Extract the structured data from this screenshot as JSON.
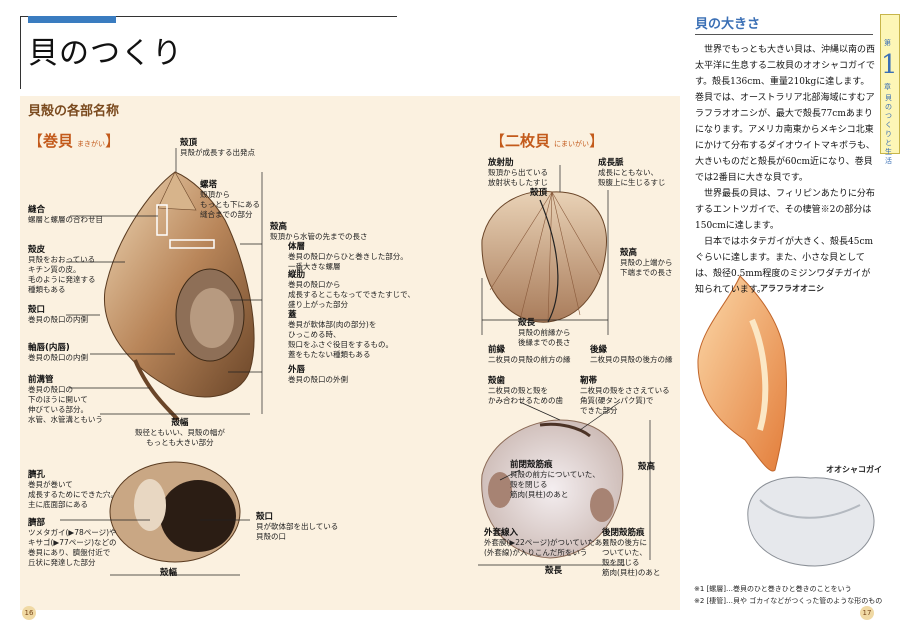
{
  "header": {
    "title": "貝のつくり",
    "section": "貝殻の各部名称"
  },
  "left": {
    "makigai": {
      "heading": "巻貝",
      "ruby": "まきがい",
      "labels": [
        {
          "name": "殻頂",
          "desc": "貝殻が成長する出発点"
        },
        {
          "name": "螺塔",
          "desc": "殻頂から\nもっとも下にある\n縫合までの部分"
        },
        {
          "name": "縫合",
          "desc": "螺層と螺層の合わせ目"
        },
        {
          "name": "殻高",
          "desc": "殻頂から水管の先までの長さ"
        },
        {
          "name": "殻皮",
          "desc": "貝殻をおおっている\nキチン質の皮。\n毛のように発達する\n種類もある"
        },
        {
          "name": "体層",
          "desc": "巻貝の殻口からひと巻きした部分。\n一番大きな螺層"
        },
        {
          "name": "縦肋",
          "desc": "巻貝の殻口から\n成長するとこもなってできたすじで、\n盛り上がった部分"
        },
        {
          "name": "殻口",
          "desc": "巻貝の殻口の内側"
        },
        {
          "name": "軸唇(内唇)",
          "desc": "巻貝の殻口の内側"
        },
        {
          "name": "蓋",
          "desc": "巻貝が軟体部(肉の部分)を\nひっこめる時、\n殻口をふさぐ役目をするもの。\n蓋をもたない種類もある"
        },
        {
          "name": "前溝管",
          "desc": "巻貝の殻口の\n下のほうに開いて\n伸びている部分。\n水管、水管溝ともいう"
        },
        {
          "name": "外唇",
          "desc": "巻貝の殻口の外側"
        },
        {
          "name": "殻幅",
          "desc": "殻径ともいい、貝殻の幅が\nもっとも大きい部分"
        }
      ],
      "lower_labels": [
        {
          "name": "臍孔",
          "desc": "巻貝が巻いて\n成長するためにできた穴。\n主に底面部にある"
        },
        {
          "name": "臍部",
          "desc": "ツメタガイ(▶78ページ)や\nキサゴ(▶77ページ)などの\n巻貝にあり、臍盤付近で\n丘状に発達した部分"
        },
        {
          "name": "殻口",
          "desc": "貝が軟体部を出している\n貝殻の口"
        },
        {
          "name": "殻幅",
          "desc": ""
        }
      ]
    },
    "nimaigai": {
      "heading": "二枚貝",
      "ruby": "にまいがい",
      "labels": [
        {
          "name": "放射肋",
          "desc": "殻頂から出ている\n放射状もしたすじ"
        },
        {
          "name": "成長脈",
          "desc": "成長にともない、\n殻腹上に生じるすじ"
        },
        {
          "name": "殻頂",
          "desc": ""
        },
        {
          "name": "殻高",
          "desc": "貝殻の上端から\n下端までの長さ"
        },
        {
          "name": "殻長",
          "desc": "貝殻の前縁から\n後縁までの長さ"
        },
        {
          "name": "前縁",
          "desc": "二枚貝の貝殻の前方の縁"
        },
        {
          "name": "後縁",
          "desc": "二枚貝の貝殻の後方の縁"
        },
        {
          "name": "殻歯",
          "desc": "二枚貝の殻と殻を\nかみ合わせるための歯"
        },
        {
          "name": "靭帯",
          "desc": "二枚貝の殻をささえている\n角質(硬タンパク質)で\nできた部分"
        },
        {
          "name": "前閉殻筋痕",
          "desc": "貝殻の前方についていた、\n殻を閉じる\n筋肉(貝柱)のあと"
        },
        {
          "name": "殻高",
          "desc": ""
        },
        {
          "name": "外套線入",
          "desc": "外套膜(▶22ページ)がついていたあと\n(外套線)が入りこんだ所をいう"
        },
        {
          "name": "後閉殻筋痕",
          "desc": "貝殻の後方に\nついていた、\n殻を閉じる\n筋肉(貝柱)のあと"
        },
        {
          "name": "殻長",
          "desc": ""
        }
      ]
    },
    "page_number": "16"
  },
  "right": {
    "heading": "貝の大きさ",
    "paragraphs": [
      "世界でもっとも大きい貝は、沖縄以南の西太平洋に生息する二枚貝のオオシャコガイです。殻長136cm、重量210kgに達します。巻貝では、オーストラリア北部海域にすむアラフラオオニシが、最大で殻長77cmあまりになります。アメリカ南東からメキシコ北東にかけて分布するダイオウイトマキボラも、大きいものだと殻長が60cm近になり、巻貝では2番目に大きな貝です。",
      "世界最長の貝は、フィリピンあたりに分布するエントツガイで、その棲管※2の部分は150cmに達します。",
      "日本ではホタテガイが大きく、殻長45cmぐらいに達します。また、小さな貝としては、殻径0.5mm程度のミジンワダチガイが知られています。"
    ],
    "photo_labels": [
      "アラフラオオニシ",
      "オオシャコガイ"
    ],
    "footnotes": [
      "※1 [螺層]…巻貝のひと巻きひと巻きのことをいう",
      "※2 [棲管]…貝や ゴカイなどがつくった管のような形のもの"
    ],
    "side_tab": {
      "prefix": "第",
      "number": "1",
      "suffix": "章",
      "caption": "貝のつくりと生活"
    },
    "page_number": "17"
  }
}
